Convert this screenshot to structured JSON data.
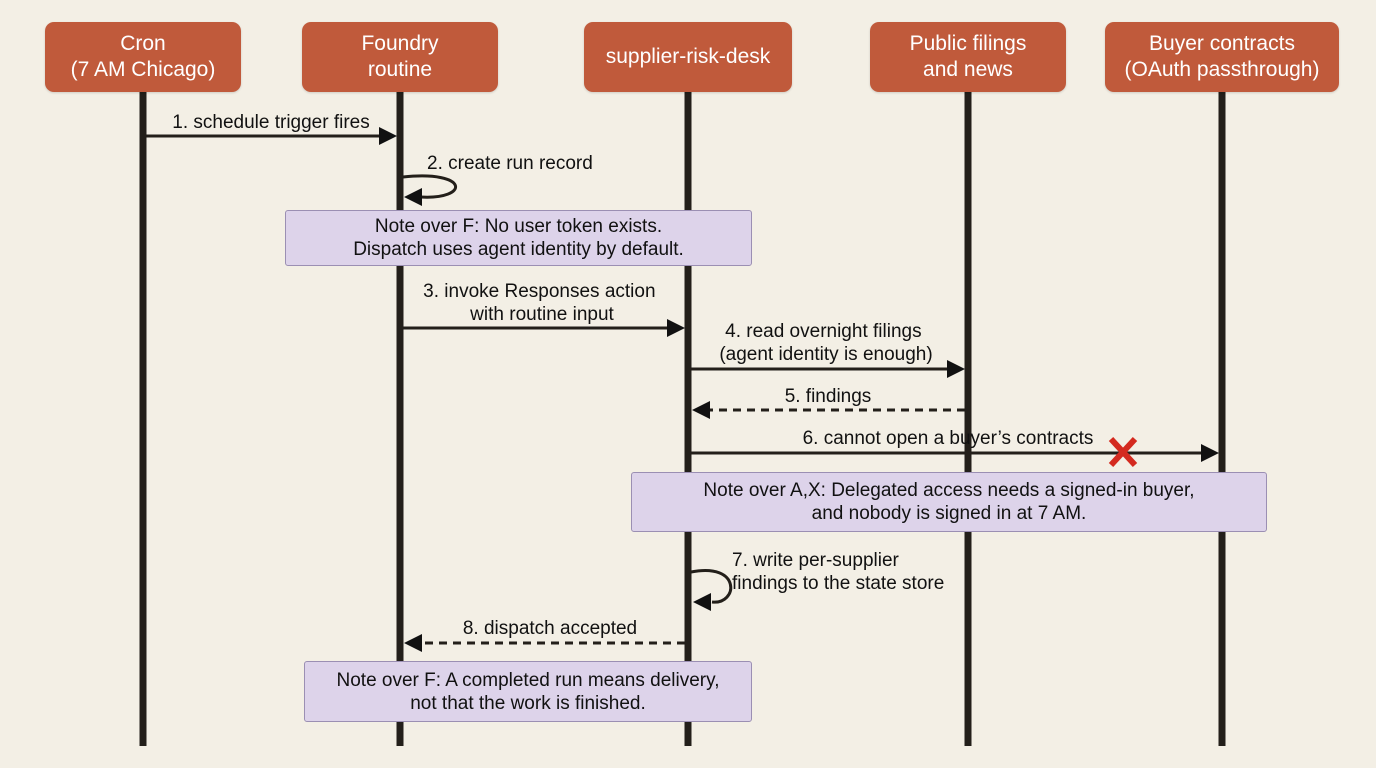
{
  "participants": [
    {
      "id": "cron",
      "lines": [
        "Cron",
        "(7 AM Chicago)"
      ]
    },
    {
      "id": "foundry",
      "lines": [
        "Foundry",
        "routine"
      ]
    },
    {
      "id": "agent",
      "lines": [
        "supplier-risk-desk"
      ]
    },
    {
      "id": "filings",
      "lines": [
        "Public filings",
        "and news"
      ]
    },
    {
      "id": "contracts",
      "lines": [
        "Buyer contracts",
        "(OAuth passthrough)"
      ]
    }
  ],
  "messages": [
    {
      "n": 1,
      "from": "cron",
      "to": "foundry",
      "style": "solid",
      "lines": [
        "1. schedule trigger fires"
      ]
    },
    {
      "n": 2,
      "from": "foundry",
      "to": "foundry",
      "style": "self",
      "lines": [
        "2. create run record"
      ]
    },
    {
      "n": 3,
      "from": "foundry",
      "to": "agent",
      "style": "solid",
      "lines": [
        "3. invoke Responses action",
        "with routine input"
      ]
    },
    {
      "n": 4,
      "from": "agent",
      "to": "filings",
      "style": "solid",
      "lines": [
        "4. read overnight filings",
        "(agent identity is enough)"
      ]
    },
    {
      "n": 5,
      "from": "filings",
      "to": "agent",
      "style": "dashed",
      "lines": [
        "5. findings"
      ]
    },
    {
      "n": 6,
      "from": "agent",
      "to": "contracts",
      "style": "failed",
      "lines": [
        "6. cannot open a buyer’s contracts"
      ]
    },
    {
      "n": 7,
      "from": "agent",
      "to": "agent",
      "style": "self",
      "lines": [
        "7. write per-supplier",
        "findings to the state store"
      ]
    },
    {
      "n": 8,
      "from": "agent",
      "to": "foundry",
      "style": "dashed",
      "lines": [
        "8. dispatch accepted"
      ]
    }
  ],
  "notes": [
    {
      "lines": [
        "Note over F: No user token exists.",
        "Dispatch uses agent identity by default."
      ]
    },
    {
      "lines": [
        "Note over A,X: Delegated access needs a signed-in buyer,",
        "and nobody is signed in at 7 AM."
      ]
    },
    {
      "lines": [
        "Note over F: A completed run means delivery,",
        "not that the work is finished."
      ]
    }
  ],
  "colors": {
    "background": "#f3efe5",
    "participant": "#c05a3b",
    "note_fill": "#ddd3ea",
    "note_border": "#9b8fb3",
    "line": "#231f1a",
    "failure_mark": "#d42a1f"
  }
}
